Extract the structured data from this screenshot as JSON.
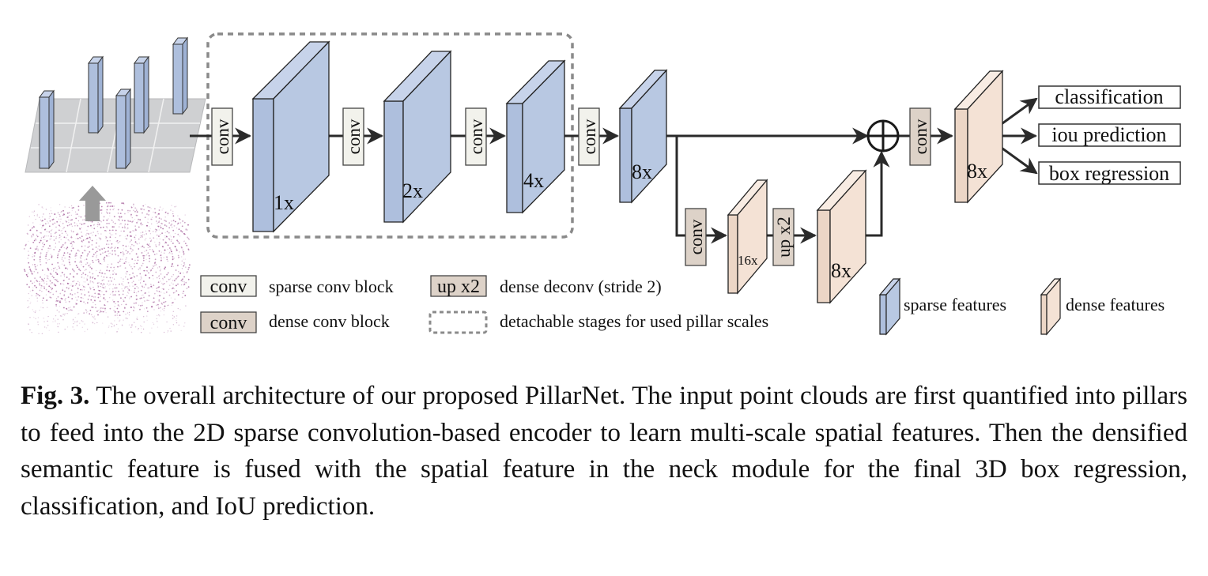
{
  "diagram": {
    "blocks": {
      "sparse_conv": "conv",
      "dense_conv": "conv",
      "upsample": "up x2"
    },
    "stage_scales": [
      "1x",
      "2x",
      "4x",
      "8x"
    ],
    "neck_scales": [
      "16x",
      "8x"
    ],
    "head_scale": "8x",
    "outputs": [
      "classification",
      "iou prediction",
      "box regression"
    ],
    "legend": {
      "sparse_conv_block": "sparse conv block",
      "dense_conv_block": "dense conv block",
      "dense_deconv": "dense deconv (stride 2)",
      "detachable": "detachable stages for used pillar scales",
      "sparse_features": "sparse features",
      "dense_features": "dense features"
    },
    "colors": {
      "sparse": "#b8c8e2",
      "dense": "#f4e2d5",
      "dense_conv_fill": "#ddd2c8",
      "sparse_conv_fill": "#f2f2ec",
      "grid": "#cfd0d2",
      "point_cloud": "#a25c98"
    }
  },
  "caption": {
    "label": "Fig. 3.",
    "text": "The overall architecture of our proposed PillarNet. The input point clouds are first quantified into pillars to feed into the 2D sparse convolution-based encoder to learn multi-scale spatial features. Then the densified semantic feature is fused with the spatial feature in the neck module for the final 3D box regression, classification, and IoU prediction."
  }
}
